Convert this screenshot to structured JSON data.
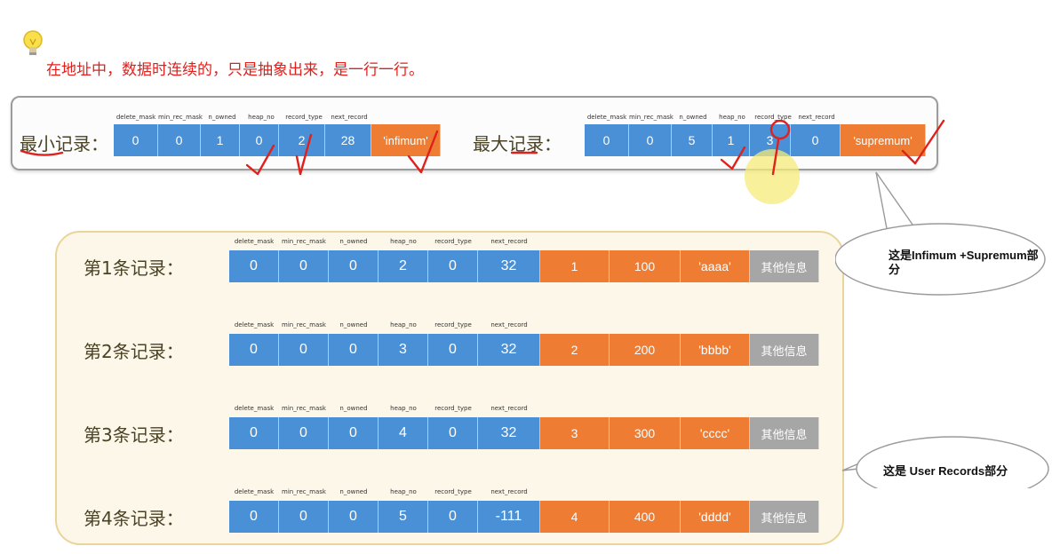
{
  "headline": "在地址中，数据时连续的，只是抽象出来，是一行一行。",
  "icons": {
    "bulb": "lightbulb-icon"
  },
  "field_headers": [
    "delete_mask",
    "min_rec_mask",
    "n_owned",
    "heap_no",
    "record_type",
    "next_record"
  ],
  "infimum": {
    "label": "最小记录：",
    "fields": [
      "0",
      "0",
      "1",
      "0",
      "2",
      "28"
    ],
    "value": "'infimum'"
  },
  "supremum": {
    "label": "最大记录：",
    "fields": [
      "0",
      "0",
      "5",
      "1",
      "3",
      "0"
    ],
    "value": "'supremum'"
  },
  "user_records": [
    {
      "label": "第1条记录：",
      "fields": [
        "0",
        "0",
        "0",
        "2",
        "0",
        "32"
      ],
      "data": [
        "1",
        "100",
        "'aaaa'"
      ],
      "other": "其他信息"
    },
    {
      "label": "第2条记录：",
      "fields": [
        "0",
        "0",
        "0",
        "3",
        "0",
        "32"
      ],
      "data": [
        "2",
        "200",
        "'bbbb'"
      ],
      "other": "其他信息"
    },
    {
      "label": "第3条记录：",
      "fields": [
        "0",
        "0",
        "0",
        "4",
        "0",
        "32"
      ],
      "data": [
        "3",
        "300",
        "'cccc'"
      ],
      "other": "其他信息"
    },
    {
      "label": "第4条记录：",
      "fields": [
        "0",
        "0",
        "0",
        "5",
        "0",
        "-111"
      ],
      "data": [
        "4",
        "400",
        "'dddd'"
      ],
      "other": "其他信息"
    }
  ],
  "callouts": {
    "top": "这是Infimum +Supremum部分",
    "bottom": "这是 User Records部分"
  },
  "colors": {
    "blue": "#4a90d6",
    "orange": "#ee7d33",
    "gray": "#a6a6a6",
    "ink": "#e0201c"
  }
}
